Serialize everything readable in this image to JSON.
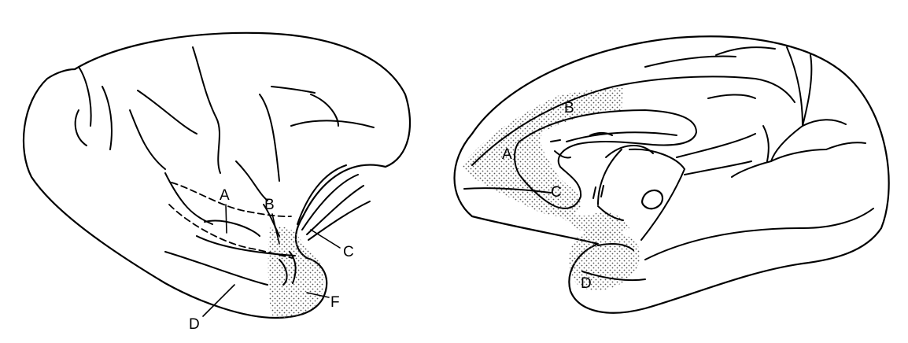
{
  "lateral_view": {
    "labels": {
      "a": "A",
      "b": "B",
      "c": "C",
      "d": "D",
      "f": "F"
    }
  },
  "medial_view": {
    "labels": {
      "a": "A",
      "b": "B",
      "c": "C",
      "d": "D"
    }
  },
  "colors": {
    "ink": "#000000",
    "background": "#ffffff",
    "stipple": "#555555"
  }
}
